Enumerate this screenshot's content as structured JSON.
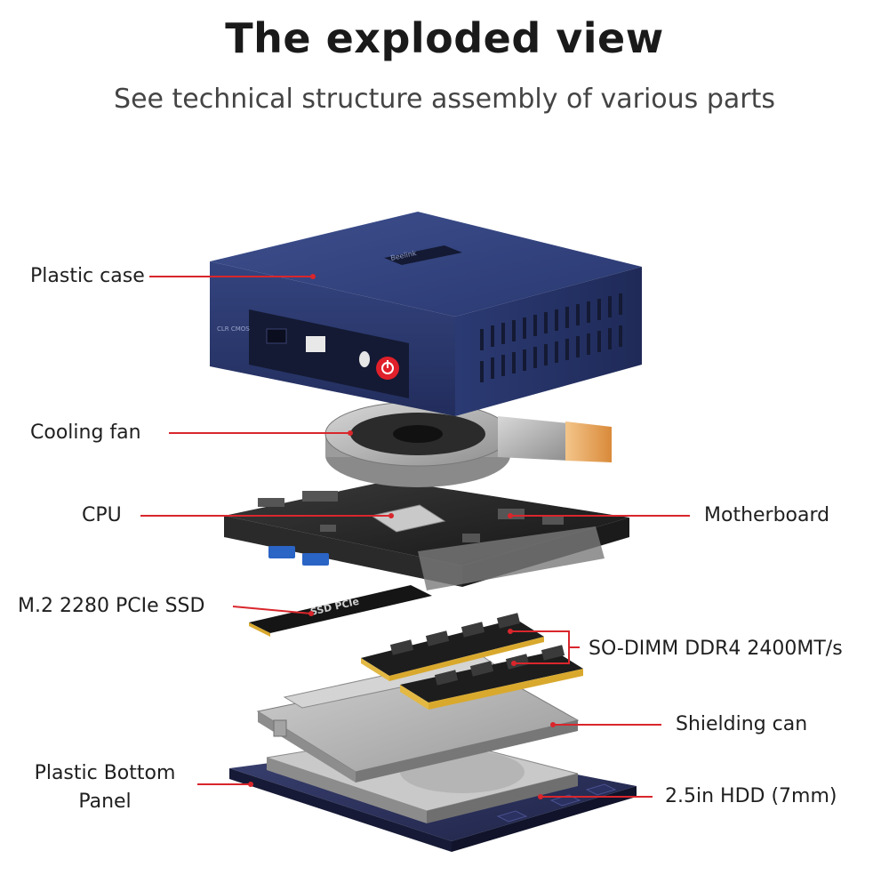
{
  "header": {
    "title": "The exploded view",
    "subtitle": "See technical structure assembly of various parts"
  },
  "device": {
    "brand_plate": "Beelink",
    "port_label": "CLR CMOS",
    "ssd_label": "SSD PCIe"
  },
  "labels": {
    "plastic_case": "Plastic case",
    "cooling_fan": "Cooling fan",
    "cpu": "CPU",
    "motherboard": "Motherboard",
    "ssd": "M.2 2280 PCIe SSD",
    "ram": "SO-DIMM DDR4 2400MT/s",
    "shielding": "Shielding can",
    "bottom_line1": "Plastic Bottom",
    "bottom_line2": "Panel",
    "hdd": "2.5in HDD (7mm)"
  },
  "colors": {
    "leader_line": "#d9262c",
    "case_blue": "#2f3f78",
    "power_red": "#e0202a"
  }
}
